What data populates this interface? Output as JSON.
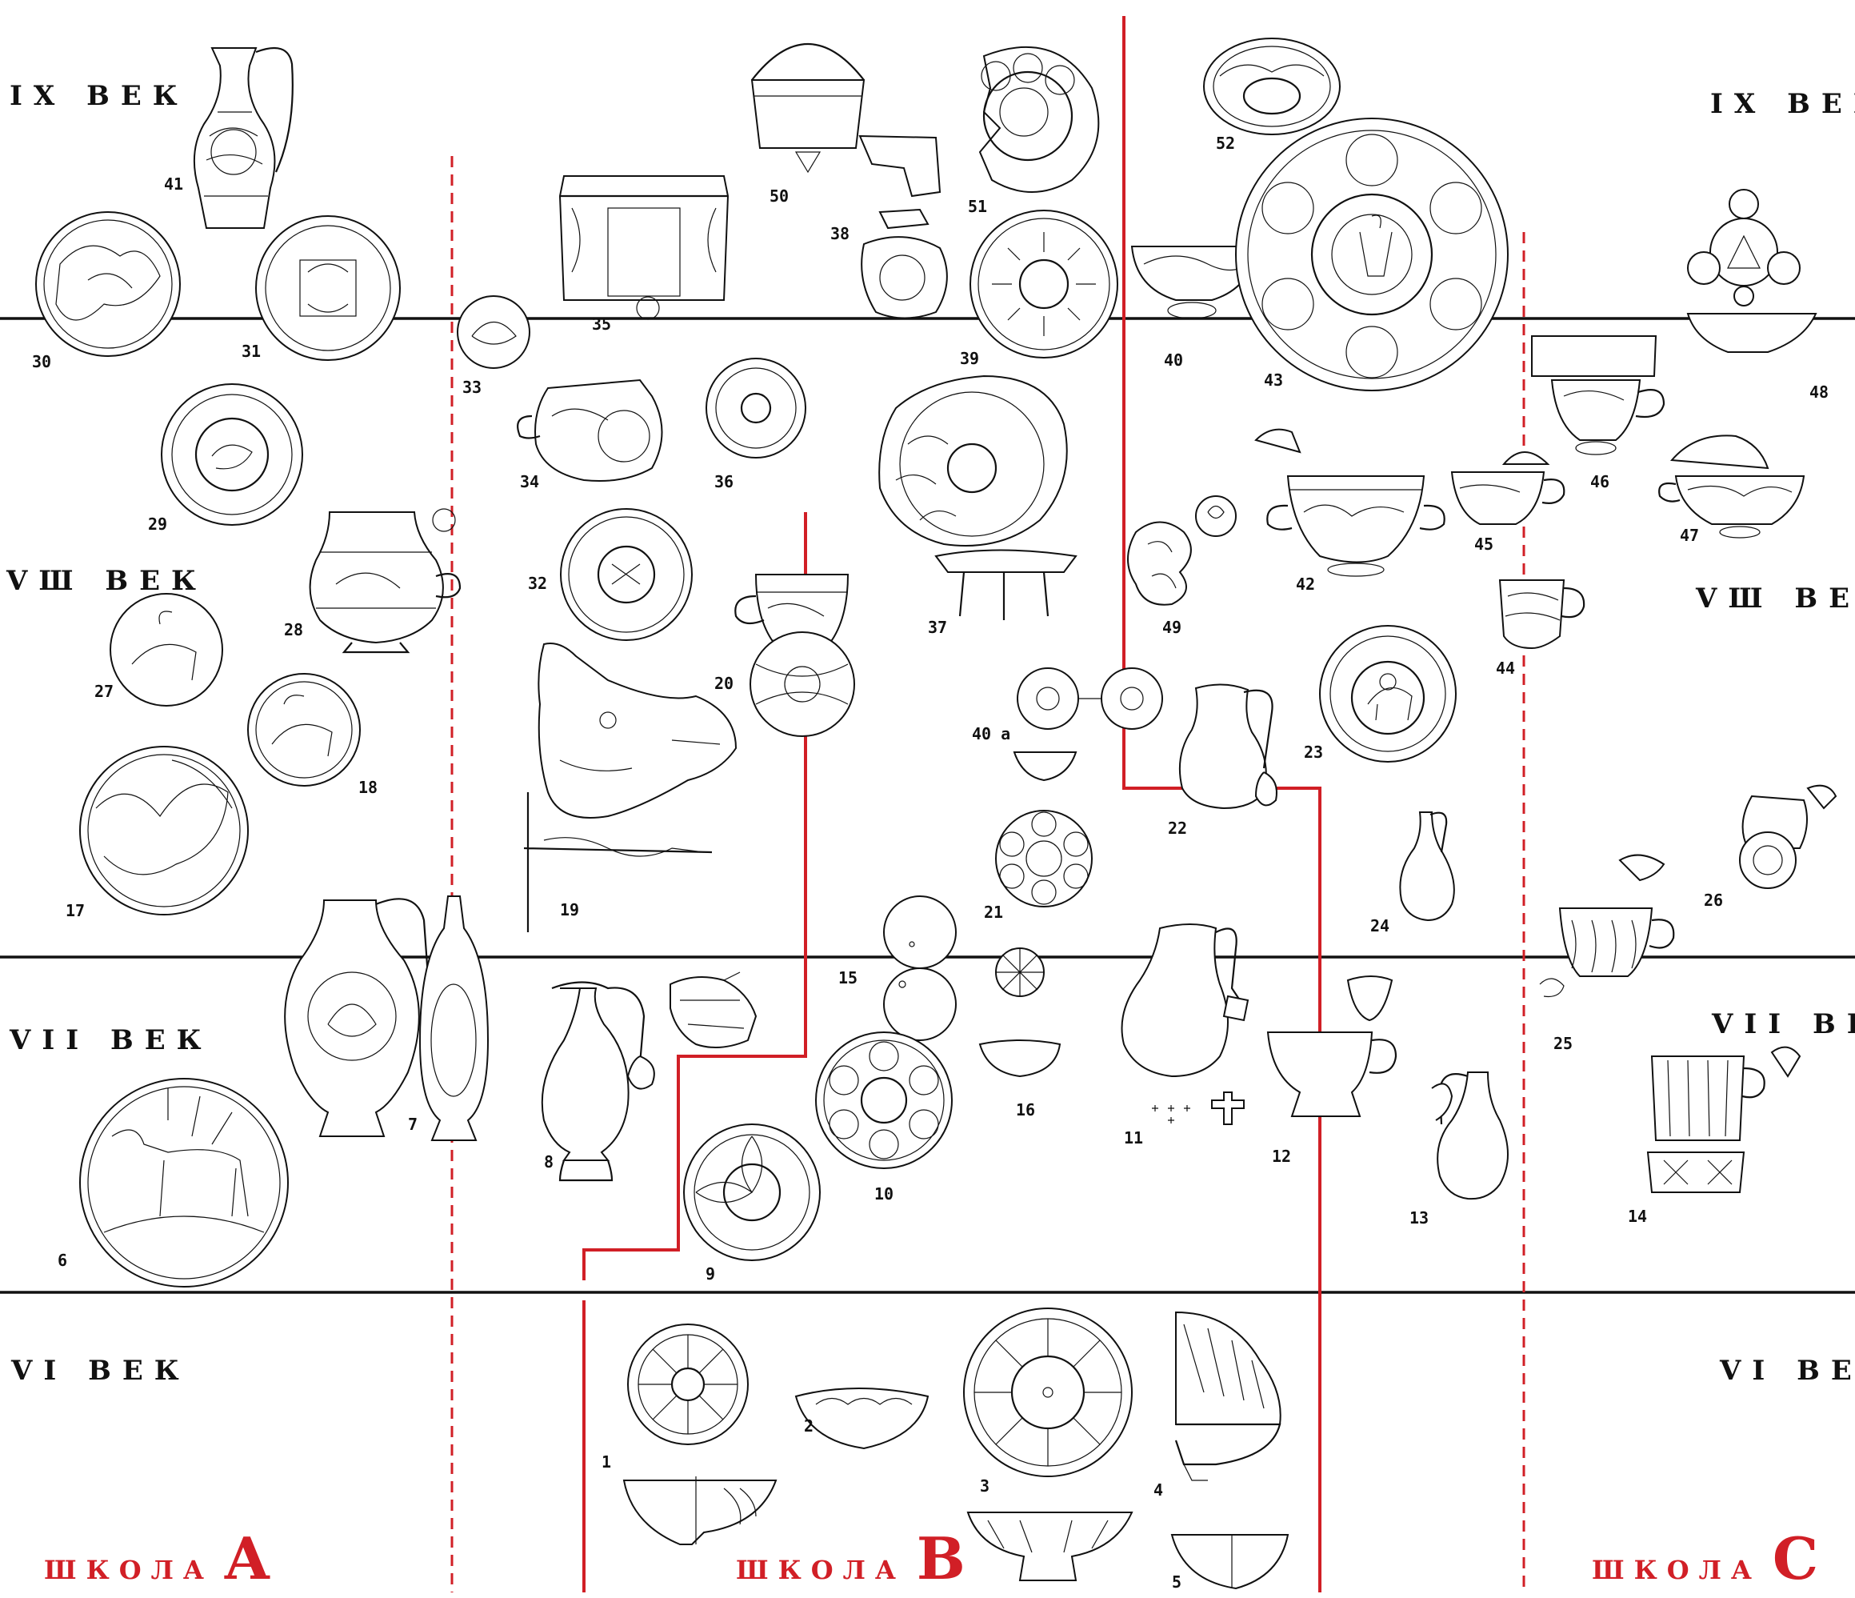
{
  "centuries": [
    {
      "key": "ix-left",
      "text": "IX ВЕК"
    },
    {
      "key": "ix-right",
      "text": "IX ВЕК"
    },
    {
      "key": "viii-left",
      "text": "VШ ВЕК"
    },
    {
      "key": "viii-right",
      "text": "VШ ВЕК"
    },
    {
      "key": "vii-left",
      "text": "VII ВЕК"
    },
    {
      "key": "vii-right",
      "text": "VII ВЕК"
    },
    {
      "key": "vi-left",
      "text": "VI ВЕК"
    },
    {
      "key": "vi-right",
      "text": "VI ВЕК"
    }
  ],
  "schools": [
    {
      "word": "ШКОЛА",
      "letter": "A"
    },
    {
      "word": "ШКОЛА",
      "letter": "B"
    },
    {
      "word": "ШКОЛА",
      "letter": "C"
    }
  ],
  "labels": [
    "1",
    "2",
    "3",
    "4",
    "5",
    "6",
    "7",
    "8",
    "9",
    "10",
    "11",
    "12",
    "13",
    "14",
    "15",
    "16",
    "17",
    "18",
    "19",
    "20",
    "21",
    "22",
    "23",
    "24",
    "25",
    "26",
    "27",
    "28",
    "29",
    "30",
    "31",
    "32",
    "33",
    "34",
    "35",
    "36",
    "37",
    "38",
    "39",
    "40",
    "40 a",
    "41",
    "42",
    "43",
    "44",
    "45",
    "46",
    "47",
    "48",
    "49",
    "50",
    "51",
    "52"
  ],
  "colors": {
    "accent": "#d11f26",
    "ink": "#111111",
    "paper": "#ffffff"
  }
}
